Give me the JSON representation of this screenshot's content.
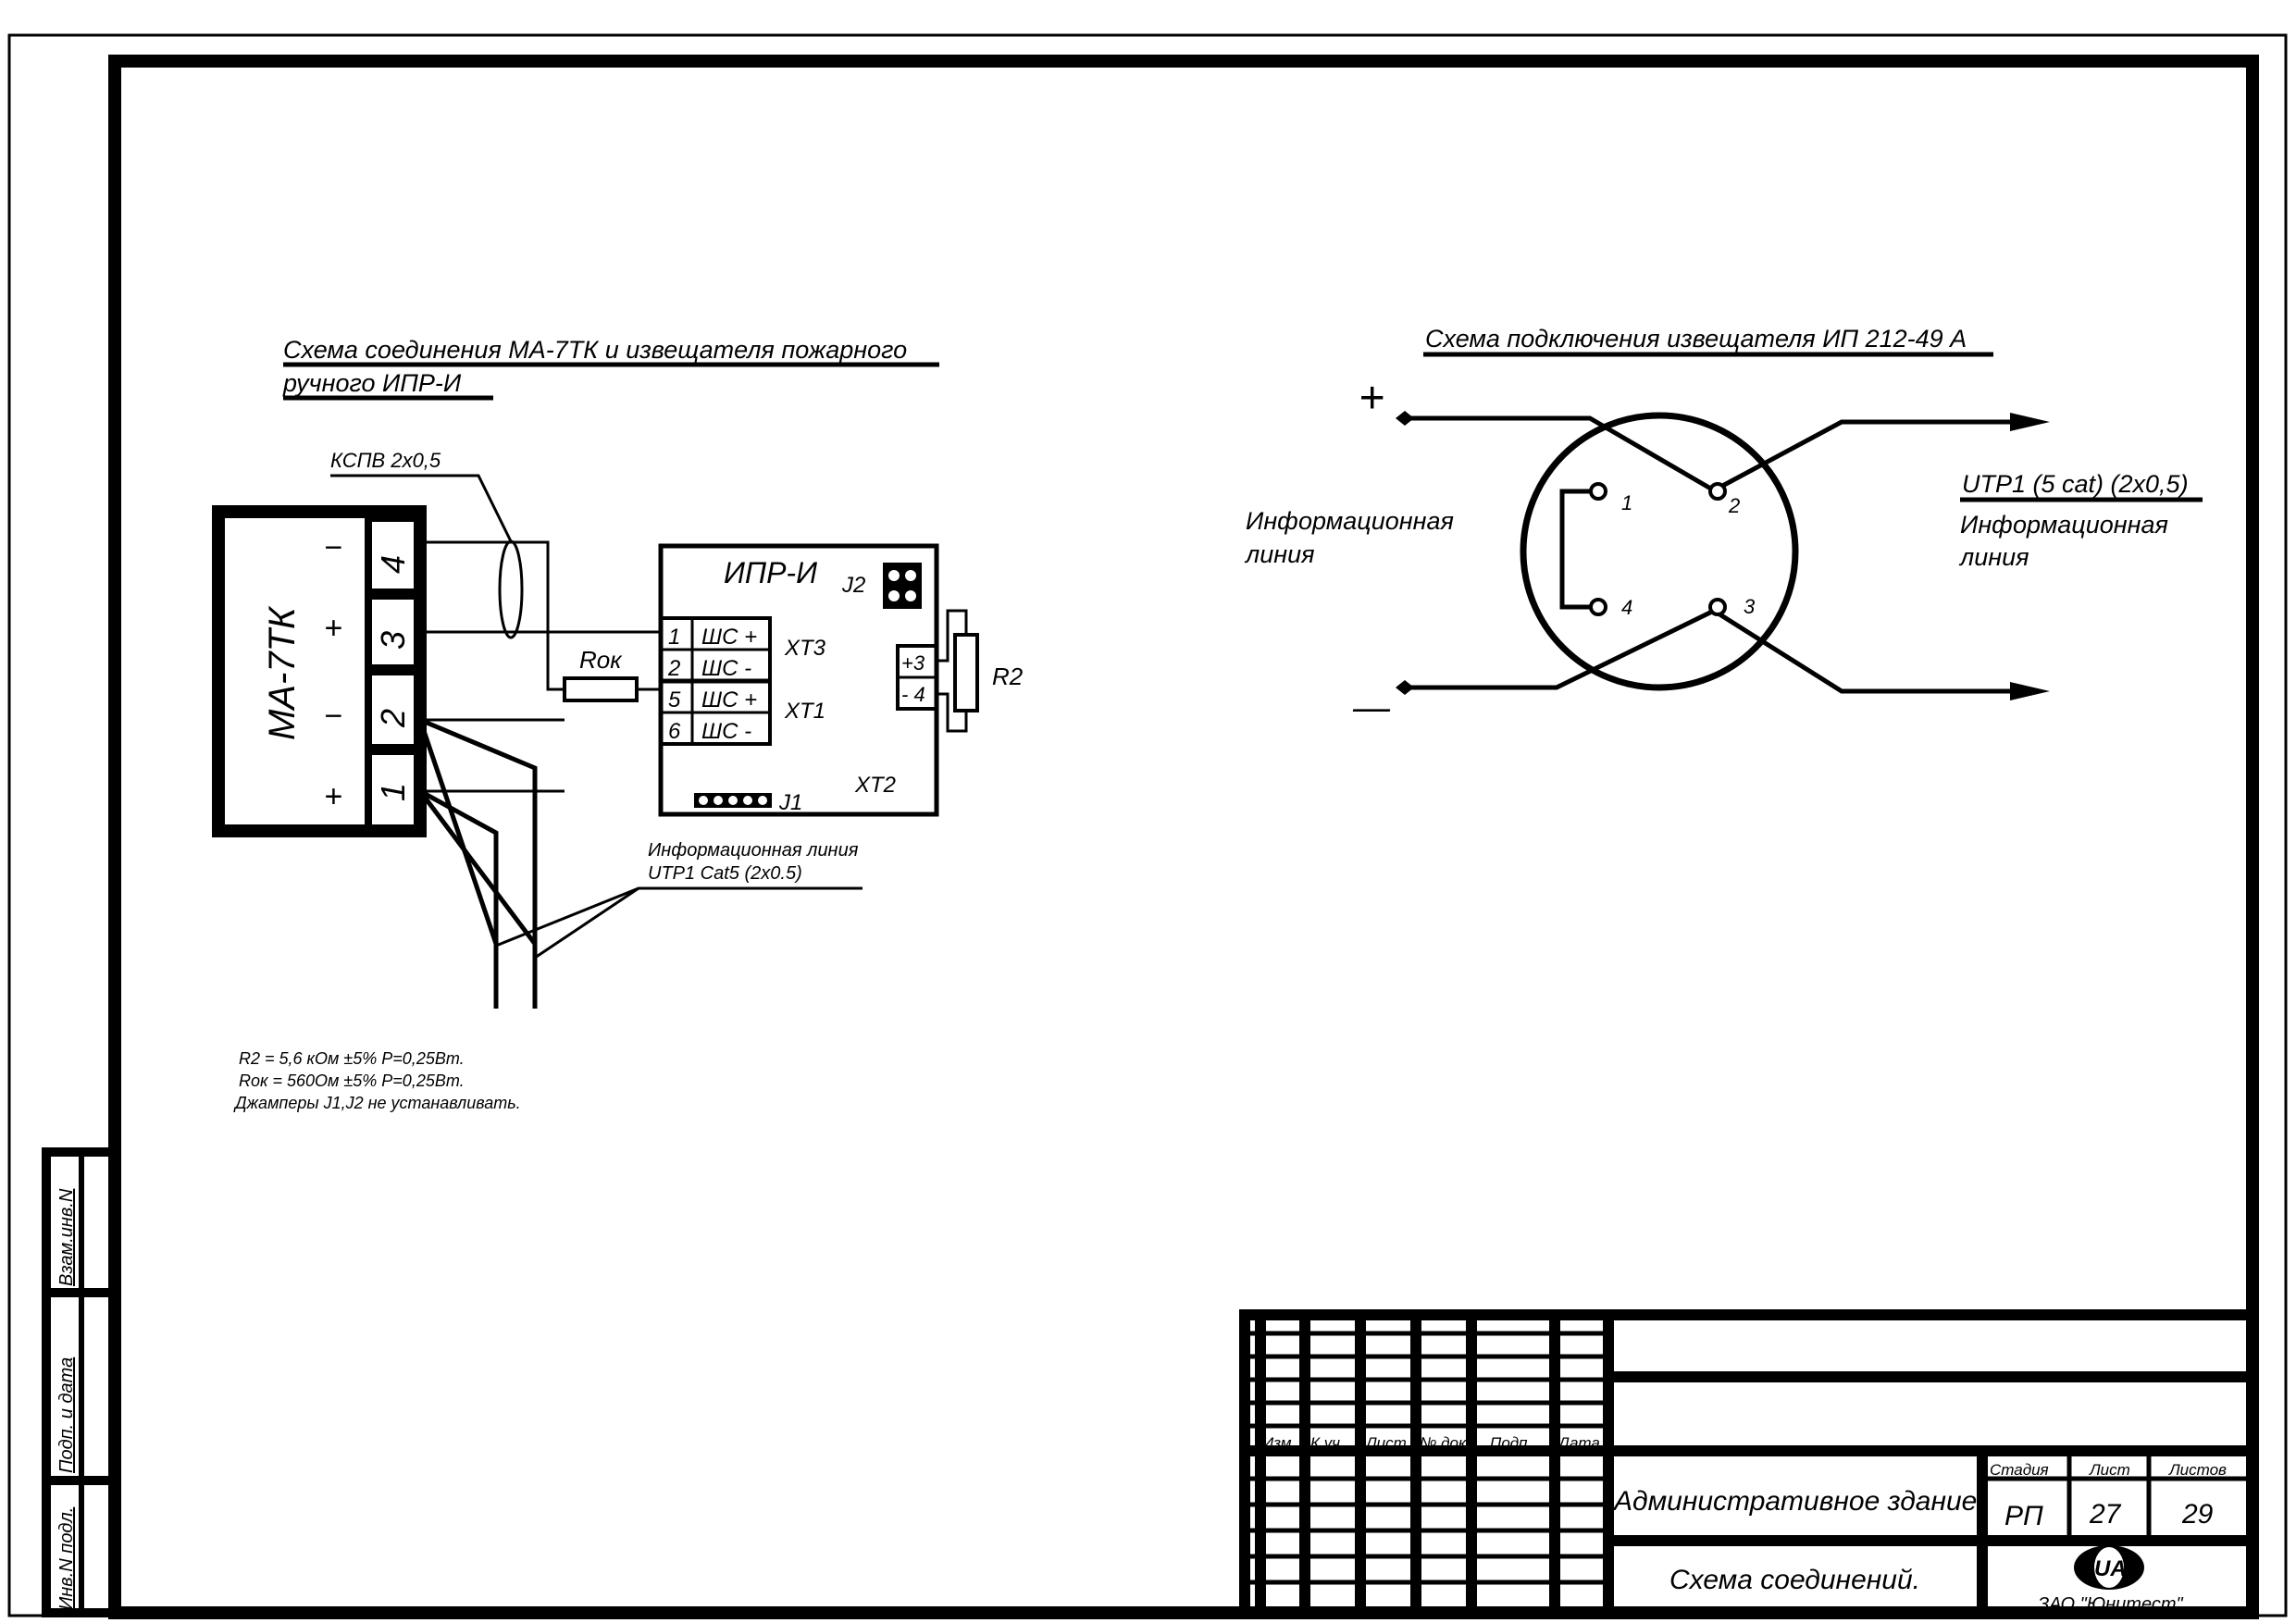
{
  "left_diagram": {
    "title_line1": "Схема соединения МА-7ТК и извещателя пожарного",
    "title_line2": "ручного ИПР-И",
    "cable_label": "КСПВ 2х0,5",
    "module_name": "МА-7ТК",
    "terminals": [
      {
        "num": "4",
        "sign": "−"
      },
      {
        "num": "3",
        "sign": "+"
      },
      {
        "num": "2",
        "sign": "−"
      },
      {
        "num": "1",
        "sign": "+"
      }
    ],
    "resistor_label": "Rок",
    "device_name": "ИПР-И",
    "jumper2_label": "J2",
    "jumper1_label": "J1",
    "xt3_label": "XT3",
    "xt1_label": "XT1",
    "xt2_label": "XT2",
    "r2_label": "R2",
    "xt2_pins": [
      "+3",
      "- 4"
    ],
    "pin_rows": [
      {
        "num": "1",
        "name": "ШС +"
      },
      {
        "num": "2",
        "name": "ШС -"
      },
      {
        "num": "5",
        "name": "ШС +"
      },
      {
        "num": "6",
        "name": "ШС -"
      }
    ],
    "info_line_label1": "Информационная линия",
    "info_line_label2": "UTP1 Cat5 (2х0.5)",
    "notes": [
      "R2 = 5,6 кОм  ±5%  P=0,25Вт.",
      "Rок = 560Ом  ±5%  P=0,25Вт.",
      "Джамперы J1,J2 не устанавливать."
    ]
  },
  "right_diagram": {
    "title": "Схема подключения извещателя ИП 212-49 А",
    "plus_sign": "+",
    "minus_sign": "—",
    "left_label_line1": "Информационная",
    "left_label_line2": "линия",
    "cable_label": "UTP1 (5 cat) (2х0,5)",
    "right_label_line1": "Информационная",
    "right_label_line2": "линия",
    "contacts": [
      "1",
      "2",
      "4",
      "3"
    ]
  },
  "left_strip": {
    "fields": [
      "Взам.инв.N",
      "Подп. и дата",
      "Инв.N подл."
    ]
  },
  "title_block": {
    "column_headers": [
      "Изм.",
      "К.уч.",
      "Лист",
      "№ док.",
      "Подп.",
      "Дата"
    ],
    "object_name": "Административное здание",
    "document_name": "Схема соединений.",
    "stage_header": "Стадия",
    "sheet_header": "Лист",
    "sheets_header": "Листов",
    "stage": "РП",
    "sheet": "27",
    "sheets": "29",
    "company": "ЗАО \"Юнитест\"",
    "logo_letters": "UA"
  }
}
